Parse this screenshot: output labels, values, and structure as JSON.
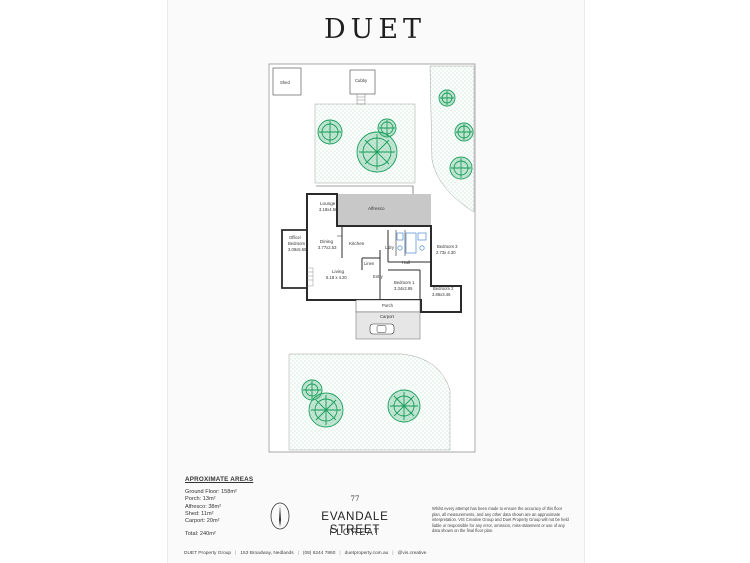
{
  "brand": {
    "logo": "DUET"
  },
  "rooms": {
    "shed": "Shed",
    "cubby": "Cubby",
    "alfresco": "Alfresco",
    "lounge_name": "Lounge",
    "lounge_dims": "3.18x4.50",
    "office_name1": "Office/",
    "office_name2": "Bedroom 4",
    "office_dims": "3.08x5.55",
    "dining_name": "Dining",
    "dining_dims": "3.77x2.53",
    "kitchen": "Kitchen",
    "ldry": "L'dry",
    "linen": "Linen",
    "hall": "Hall",
    "bedroom3_name": "Bedroom 3",
    "bedroom3_dims": "2.73x 4.30",
    "living_name": "Living",
    "living_dims": "6.18 x 4.20",
    "entry": "Entry",
    "bedroom1_name": "Bedroom 1",
    "bedroom1_dims": "3.34x3.95",
    "bedroom2_name": "Bedroom 2",
    "bedroom2_dims": "3.86x3.46",
    "porch": "Porch",
    "carport": "Carport"
  },
  "areas": {
    "title": "APROXIMATE AREAS",
    "items": [
      "Ground Floor: 158m²",
      "Porch: 13m²",
      "Alfresco: 38m²",
      "Shed: 11m²",
      "Carport: 20m²"
    ],
    "total": "Total: 240m²"
  },
  "address": {
    "number": "77",
    "street": "EVANDALE STREET",
    "suburb": "FLOREAT"
  },
  "disclaimer": "Whilst every attempt has been made to ensure the accuracy of this floor plan, all measurements, and any other data shown are an approximate interpretation. VIS Creative Group and Duet Property Group will not be held liable or responsible for any error, omission, miss-statement or use of any data shown on the final floor plan.",
  "footer": {
    "company": "DUET Property Group",
    "address": "153 Broadway, Nedlands",
    "phone": "(08) 6244 7860",
    "website": "duetproperty.com.au",
    "credit": "@vis.creative"
  },
  "colors": {
    "tree": "#1a9e5c",
    "lawn_dot": "#7fc9a0",
    "alfresco": "#c8c8c8",
    "wall": "#2b2b2b",
    "water": "#2f76c9"
  }
}
